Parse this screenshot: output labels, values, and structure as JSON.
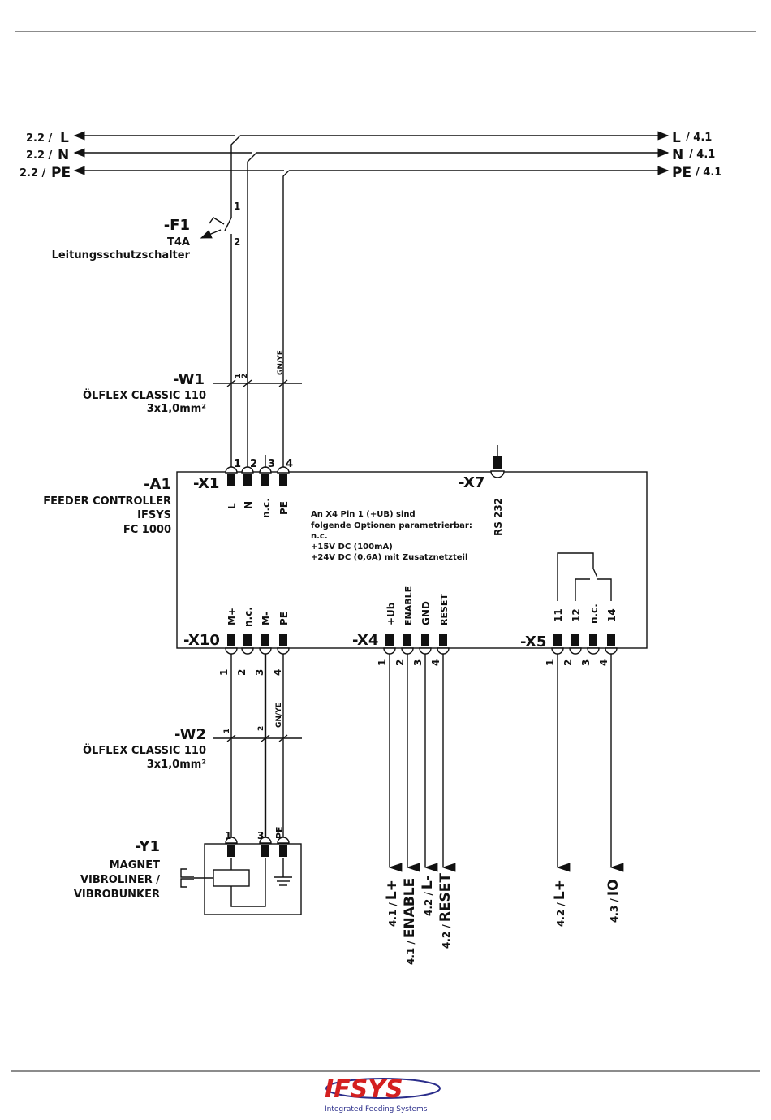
{
  "header_lines": true,
  "supply": [
    {
      "left_ref": "2.2 /",
      "name": "L",
      "right_ref": "/ 4.1"
    },
    {
      "left_ref": "2.2 /",
      "name": "N",
      "right_ref": "/ 4.1"
    },
    {
      "left_ref": "2.2 /",
      "name": "PE",
      "right_ref": "/ 4.1"
    }
  ],
  "f1": {
    "tag": "-F1",
    "rating": "T4A",
    "desc": "Leitungsschutzschalter",
    "pin_top": "1",
    "pin_bottom": "2"
  },
  "w1": {
    "tag": "-W1",
    "cable": "ÖLFLEX CLASSIC 110",
    "section": "3x1,0mm²",
    "cores": [
      "1",
      "2",
      "GN/YE"
    ]
  },
  "a1": {
    "tag": "-A1",
    "line1": "FEEDER CONTROLLER",
    "line2": "IFSYS",
    "line3": "FC 1000"
  },
  "x1": {
    "tag": "-X1",
    "pins": [
      "1",
      "2",
      "3",
      "4"
    ],
    "labels": [
      "L",
      "N",
      "n.c.",
      "PE"
    ]
  },
  "x7": {
    "tag": "-X7",
    "label": "RS 232"
  },
  "note": {
    "line1": "An X4 Pin 1 (+UB) sind",
    "line2": "folgende Optionen parametrierbar:",
    "line3": "n.c.",
    "line4": "+15V DC (100mA)",
    "line5": "+24V DC (0,6A) mit Zusatznetzteil"
  },
  "x10": {
    "tag": "-X10",
    "pins": [
      "1",
      "2",
      "3",
      "4"
    ],
    "labels": [
      "M+",
      "n.c.",
      "M-",
      "PE"
    ]
  },
  "x4": {
    "tag": "-X4",
    "pins": [
      "1",
      "2",
      "3",
      "4"
    ],
    "labels": [
      "+Ub",
      "ENABLE",
      "GND",
      "RESET"
    ]
  },
  "x5": {
    "tag": "-X5",
    "pins": [
      "1",
      "2",
      "3",
      "4"
    ],
    "labels": [
      "11",
      "12",
      "n.c.",
      "14"
    ]
  },
  "w2": {
    "tag": "-W2",
    "cable": "ÖLFLEX CLASSIC 110",
    "section": "3x1,0mm²",
    "cores": [
      "1",
      "2",
      "GN/YE"
    ]
  },
  "y1": {
    "tag": "-Y1",
    "line1": "MAGNET",
    "line2": "VIBROLINER /",
    "line3": "VIBROBUNKER",
    "pins": [
      "1",
      "3",
      "PE"
    ]
  },
  "outputs": [
    {
      "ref": "4.1 /",
      "name": "L+"
    },
    {
      "ref": "4.1 /",
      "name": "ENABLE"
    },
    {
      "ref": "4.2 /",
      "name": "L-"
    },
    {
      "ref": "4.2 /",
      "name": "RESET"
    },
    {
      "ref": "4.2 /",
      "name": "L+"
    },
    {
      "ref": "4.3 /",
      "name": "IO"
    }
  ],
  "logo": {
    "brand": "IFSYS",
    "tagline": "Integrated Feeding   Systems",
    "brand_color": "#d42020",
    "accent_color": "#2a2d8a"
  }
}
